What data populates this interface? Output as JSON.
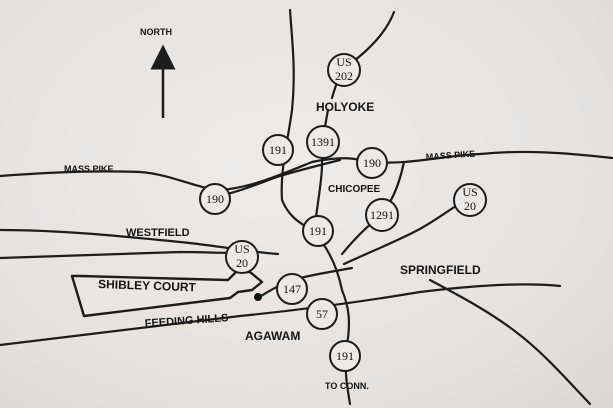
{
  "compass": {
    "label": "NORTH"
  },
  "places": {
    "holyoke": "HOLYOKE",
    "chicopee": "CHICOPEE",
    "westfield": "WESTFIELD",
    "springfield": "SPRINGFIELD",
    "agawam": "AGAWAM",
    "feeding_hills": "FEEDING HILLS",
    "to_conn": "TO CONN."
  },
  "roads": {
    "mass_pike_west": "MASS PIKE",
    "mass_pike_east": "MASS PIKE"
  },
  "shields": {
    "us202": [
      "US",
      "202"
    ],
    "i91_north": "191",
    "i391": "1391",
    "rt190_west": "190",
    "rt190_east": "190",
    "i291": "1291",
    "us20_east": [
      "US",
      "20"
    ],
    "i91_mid": "191",
    "us20_west": [
      "US",
      "20"
    ],
    "rt147": "147",
    "rt57": "57",
    "i91_south": "191"
  },
  "highlight": {
    "label": "SHIBLEY COURT"
  },
  "colors": {
    "ink": "#1c1c1c",
    "paper": "#e6e3e1"
  }
}
